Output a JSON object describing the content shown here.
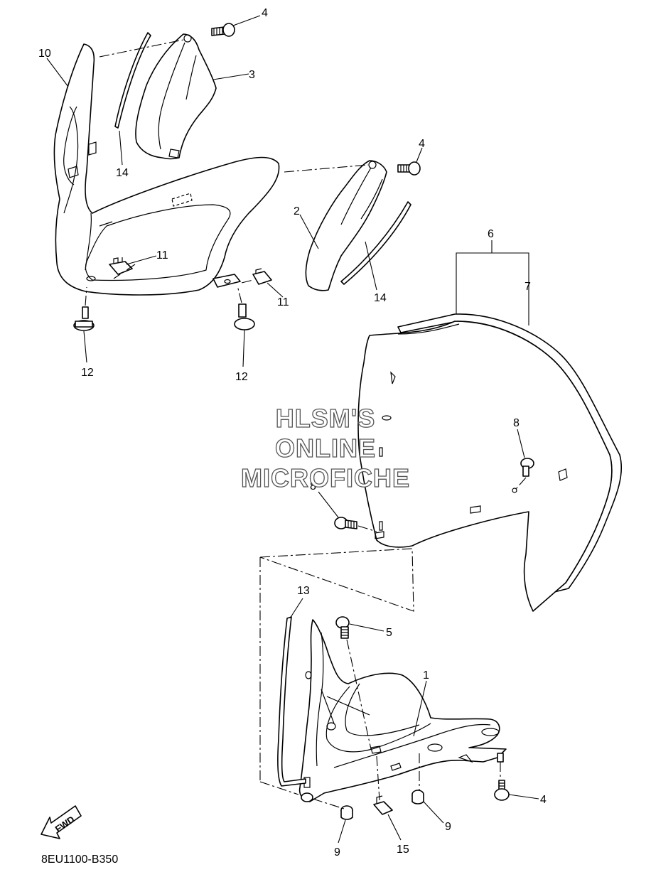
{
  "watermark": {
    "line1": "HLSM'S",
    "line2": "ONLINE",
    "line3": "MICROFICHE"
  },
  "diagram_code": "8EU1100-B350",
  "fwd_label": "FWD",
  "callouts": {
    "c4a": "4",
    "c3": "3",
    "c10": "10",
    "c14a": "14",
    "c4b": "4",
    "c2": "2",
    "c11a": "11",
    "c11b": "11",
    "c14b": "14",
    "c12a": "12",
    "c12b": "12",
    "c6": "6",
    "c7": "7",
    "c8a": "8",
    "c8b": "8",
    "c13": "13",
    "c5": "5",
    "c1": "1",
    "c4c": "4",
    "c9a": "9",
    "c9b": "9",
    "c15": "15"
  }
}
